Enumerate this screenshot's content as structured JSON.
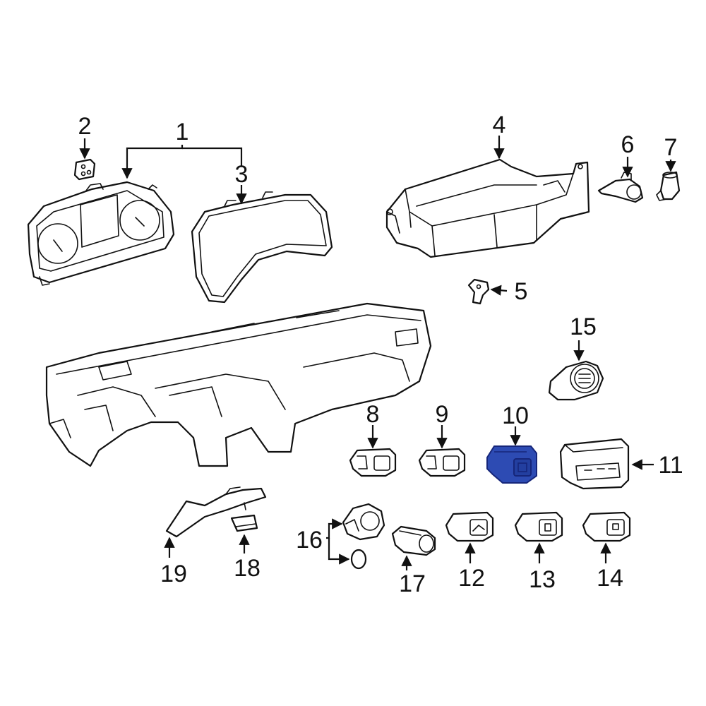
{
  "colors": {
    "line": "#111111",
    "background": "#ffffff",
    "highlight": "#2d4bb3",
    "highlight_dark": "#16267a"
  },
  "callouts": [
    {
      "id": "1",
      "label": "1"
    },
    {
      "id": "2",
      "label": "2"
    },
    {
      "id": "3",
      "label": "3"
    },
    {
      "id": "4",
      "label": "4"
    },
    {
      "id": "5",
      "label": "5"
    },
    {
      "id": "6",
      "label": "6"
    },
    {
      "id": "7",
      "label": "7"
    },
    {
      "id": "8",
      "label": "8"
    },
    {
      "id": "9",
      "label": "9"
    },
    {
      "id": "10",
      "label": "10"
    },
    {
      "id": "11",
      "label": "11"
    },
    {
      "id": "12",
      "label": "12"
    },
    {
      "id": "13",
      "label": "13"
    },
    {
      "id": "14",
      "label": "14"
    },
    {
      "id": "15",
      "label": "15"
    },
    {
      "id": "16",
      "label": "16"
    },
    {
      "id": "17",
      "label": "17"
    },
    {
      "id": "18",
      "label": "18"
    },
    {
      "id": "19",
      "label": "19"
    }
  ],
  "highlighted_part": "10"
}
